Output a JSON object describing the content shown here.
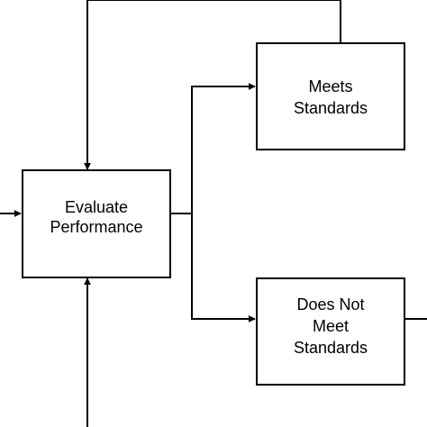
{
  "diagram": {
    "type": "flowchart",
    "colors": {
      "line": "#000000",
      "box_fill": "#ffffff",
      "text": "#000000"
    },
    "nodes": {
      "evaluate": {
        "line1": "Evaluate",
        "line2": "Performance"
      },
      "meets": {
        "line1": "Meets",
        "line2": "Standards"
      },
      "does_not_meet": {
        "line1": "Does Not",
        "line2": "Meet",
        "line3": "Standards"
      }
    },
    "edges": [
      {
        "from": "external-left",
        "to": "evaluate"
      },
      {
        "from": "evaluate",
        "to": "meets"
      },
      {
        "from": "evaluate",
        "to": "does_not_meet"
      },
      {
        "from": "meets",
        "to": "evaluate"
      },
      {
        "from": "external-bottom",
        "to": "evaluate"
      },
      {
        "from": "does_not_meet",
        "to": "external-right"
      }
    ]
  }
}
